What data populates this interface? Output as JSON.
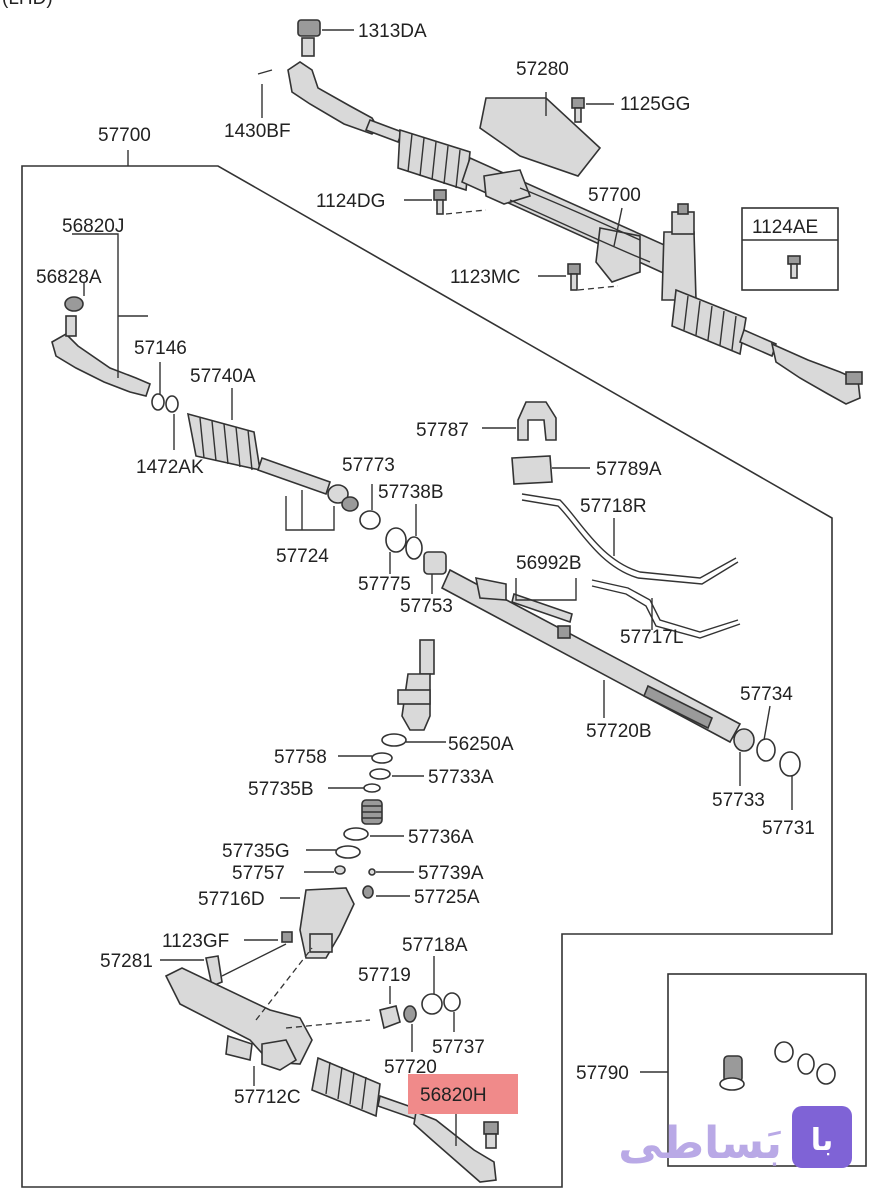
{
  "header": {
    "corner_text": "(LHD)"
  },
  "labels": {
    "l1313DA": "1313DA",
    "l1430BF": "1430BF",
    "l57280": "57280",
    "l1125GG": "1125GG",
    "l57700_top": "57700",
    "l57700_main": "57700",
    "l1124DG": "1124DG",
    "l1124AE": "1124AE",
    "l1123MC": "1123MC",
    "l56820J": "56820J",
    "l56828A": "56828A",
    "l57146": "57146",
    "l57740A": "57740A",
    "l1472AK": "1472AK",
    "l57787": "57787",
    "l57789A": "57789A",
    "l57773": "57773",
    "l57738B": "57738B",
    "l57718R": "57718R",
    "l57724": "57724",
    "l56992B": "56992B",
    "l57775": "57775",
    "l57753": "57753",
    "l57717L": "57717L",
    "l57734": "57734",
    "l57720B": "57720B",
    "l57758": "57758",
    "l56250A": "56250A",
    "l57735B": "57735B",
    "l57733A": "57733A",
    "l57733": "57733",
    "l57731": "57731",
    "l57736A": "57736A",
    "l57735G": "57735G",
    "l57757": "57757",
    "l57739A": "57739A",
    "l57716D": "57716D",
    "l57725A": "57725A",
    "l1123GF": "1123GF",
    "l57718A": "57718A",
    "l57281": "57281",
    "l57719": "57719",
    "l57737": "57737",
    "l57790": "57790",
    "l57720": "57720",
    "l57712C": "57712C",
    "l56820H": "56820H"
  },
  "watermark": {
    "text": "بَساطی",
    "logo_glyph": "با"
  },
  "colors": {
    "highlight": "#f08a8a",
    "watermark": "#b9a9e6",
    "watermark_logo": "#7f63d6",
    "line": "#333333"
  }
}
